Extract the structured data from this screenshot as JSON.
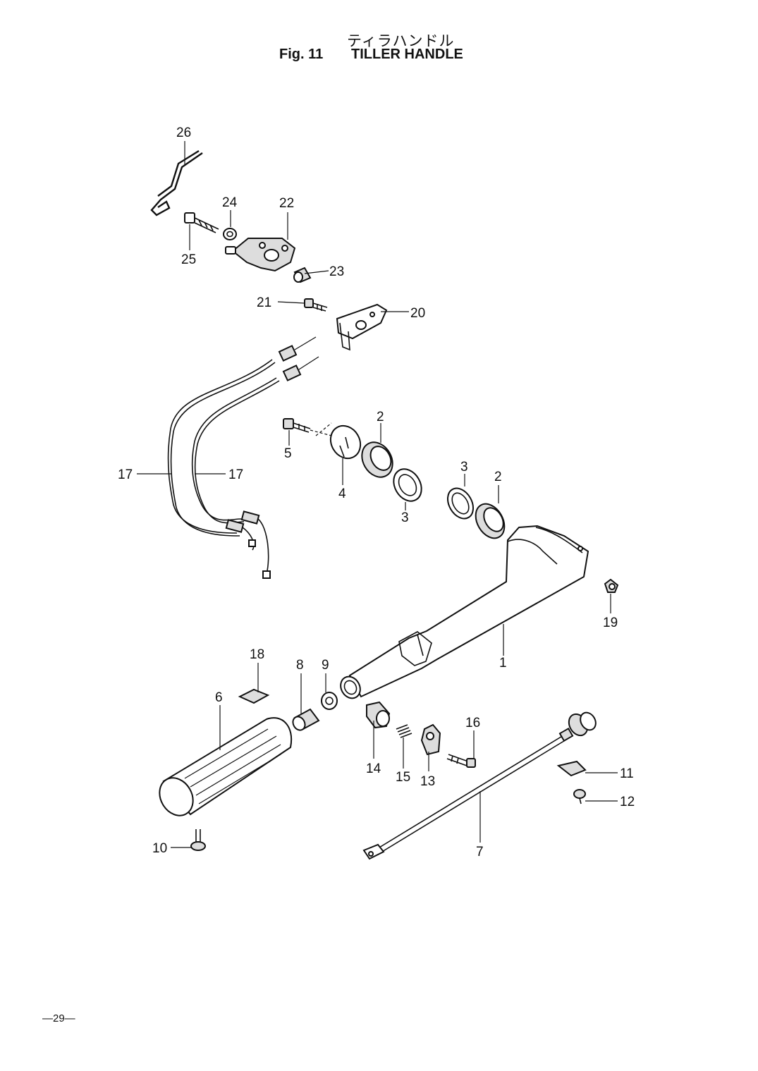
{
  "header": {
    "japanese_title": "ティラハンドル",
    "fig_label": "Fig. 11",
    "title": "TILLER HANDLE"
  },
  "page_number": "—29—",
  "callouts": [
    "1",
    "2",
    "2",
    "3",
    "3",
    "4",
    "5",
    "6",
    "7",
    "8",
    "9",
    "10",
    "11",
    "12",
    "13",
    "14",
    "15",
    "16",
    "17",
    "17",
    "18",
    "19",
    "20",
    "21",
    "22",
    "23",
    "24",
    "25",
    "26"
  ]
}
